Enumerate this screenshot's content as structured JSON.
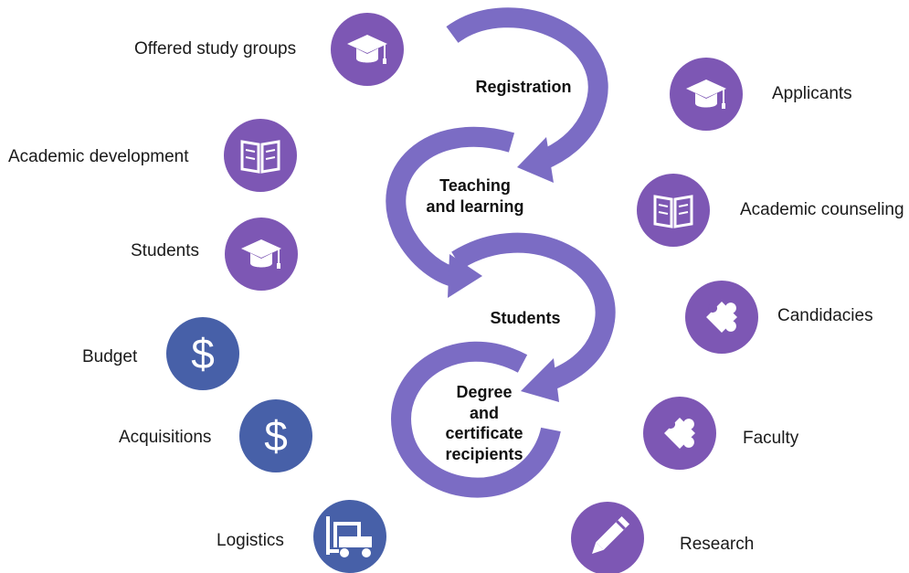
{
  "colors": {
    "arrow": "#7B6CC4",
    "purple_circle": "#7D57B4",
    "blue_circle": "#4760A8",
    "icon_white": "#ffffff"
  },
  "stages": {
    "registration": "Registration",
    "teaching": "Teaching\nand learning",
    "students": "Students",
    "degree": "Degree\nand\ncertificate\nrecipients"
  },
  "left_items": [
    {
      "label": "Offered study groups",
      "icon": "graduation-cap-icon",
      "color": "purple"
    },
    {
      "label": "Academic development",
      "icon": "book-icon",
      "color": "purple"
    },
    {
      "label": "Students",
      "icon": "graduation-cap-icon",
      "color": "purple"
    },
    {
      "label": "Budget",
      "icon": "dollar-icon",
      "color": "blue"
    },
    {
      "label": "Acquisitions",
      "icon": "dollar-icon",
      "color": "blue"
    },
    {
      "label": "Logistics",
      "icon": "forklift-icon",
      "color": "blue"
    }
  ],
  "right_items": [
    {
      "label": "Applicants",
      "icon": "graduation-cap-icon",
      "color": "purple"
    },
    {
      "label": "Academic counseling",
      "icon": "book-icon",
      "color": "purple"
    },
    {
      "label": "Candidacies",
      "icon": "puzzle-icon",
      "color": "purple"
    },
    {
      "label": "Faculty",
      "icon": "puzzle-icon",
      "color": "purple"
    },
    {
      "label": "Research",
      "icon": "pencil-icon",
      "color": "purple"
    }
  ]
}
